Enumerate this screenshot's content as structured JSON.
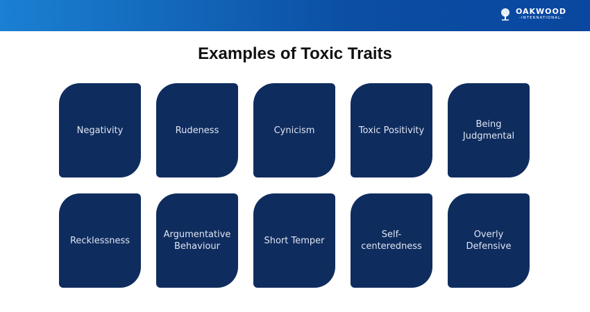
{
  "header": {
    "logo_top": "OAKWOOD",
    "logo_bottom": "-INTERNATIONAL-"
  },
  "title": "Examples of Toxic Traits",
  "traits": [
    "Negativity",
    "Rudeness",
    "Cynicism",
    "Toxic Positivity",
    "Being Judgmental",
    "Recklessness",
    "Argumentative Behaviour",
    "Short Temper",
    "Self-centeredness",
    "Overly Defensive"
  ],
  "colors": {
    "card": "#0f2c5e",
    "header_start": "#1b80d2",
    "header_end": "#0a47a0"
  }
}
